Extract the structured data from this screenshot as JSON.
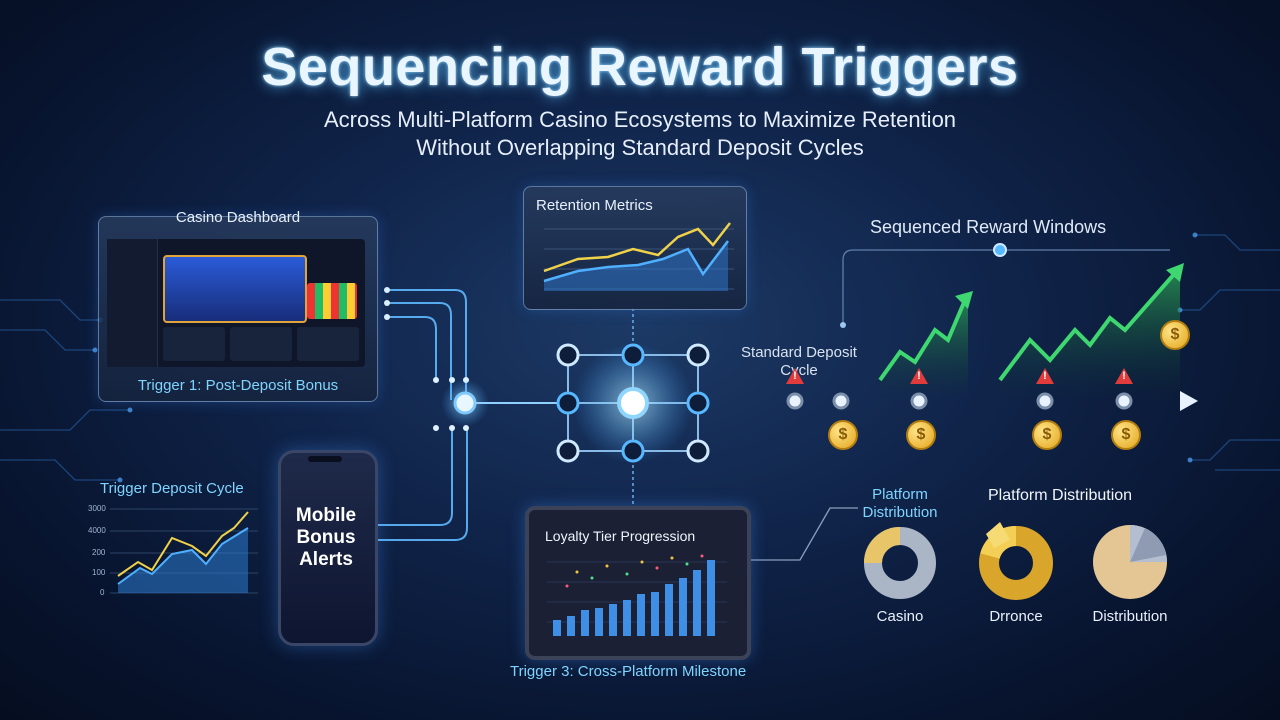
{
  "title": "Sequencing Reward Triggers",
  "subtitle": {
    "line1": "Across Multi-Platform Casino Ecosystems to Maximize Retention",
    "line2": "Without Overlapping Standard Deposit Cycles"
  },
  "dashboard": {
    "header": "Casino Dashboard",
    "trigger_label": "Trigger 1: Post-Deposit Bonus"
  },
  "retention": {
    "title": "Retention Metrics"
  },
  "deposit_chart": {
    "title": "Trigger Deposit Cycle",
    "y_ticks": [
      "3000",
      "4000",
      "200",
      "100",
      "0"
    ]
  },
  "mobile": {
    "text_lines": [
      "Mobile",
      "Bonus",
      "Alerts"
    ]
  },
  "loyalty": {
    "title": "Loyalty Tier Progression",
    "trigger_label": "Trigger 3: Cross-Platform Milestone"
  },
  "timeline": {
    "windows_label": "Sequenced Reward Windows",
    "deposit_label_line1": "Standard Deposit",
    "deposit_label_line2": "Cycle",
    "coin_symbol": "$",
    "warn_symbol": "!"
  },
  "distribution": {
    "callout_line1": "Platform",
    "callout_line2": "Distribution",
    "header": "Platform Distribution",
    "donuts": [
      "Casino",
      "Drronce",
      "Distribution"
    ]
  },
  "colors": {
    "cyan": "#4fc3ff",
    "green": "#35c96b",
    "gold": "#f2b51d",
    "red": "#e23b3b",
    "yellow_line": "#f0d24a"
  }
}
